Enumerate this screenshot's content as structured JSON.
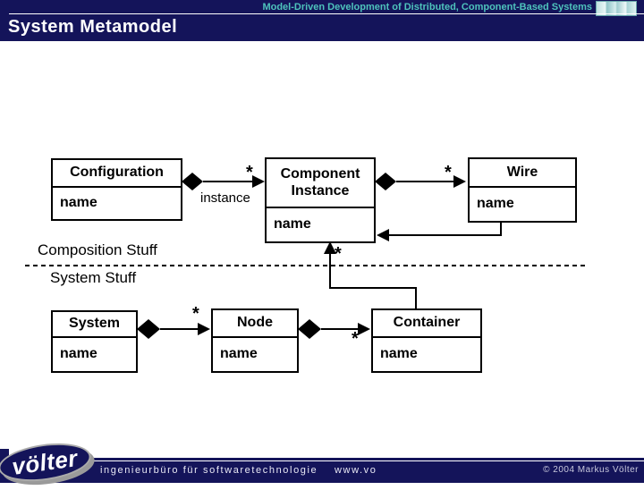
{
  "slide": {
    "header": {
      "course_title": "Model-Driven Development of Distributed, Component-Based Systems",
      "title": "System Metamodel"
    },
    "diagram": {
      "region_labels": {
        "top": "Composition Stuff",
        "bottom": "System Stuff"
      },
      "association_labels": {
        "instance_role": "instance",
        "many": "*"
      },
      "classes": [
        {
          "name": "Configuration",
          "attribute": "name"
        },
        {
          "name": "Component Instance",
          "attribute": "name"
        },
        {
          "name": "Wire",
          "attribute": "name"
        },
        {
          "name": "System",
          "attribute": "name"
        },
        {
          "name": "Node",
          "attribute": "name"
        },
        {
          "name": "Container",
          "attribute": "name"
        }
      ],
      "relations": [
        {
          "from": "Configuration",
          "to": "Component Instance",
          "kind": "composition",
          "multiplicity": "*",
          "role": "instance"
        },
        {
          "from": "Component Instance",
          "to": "Wire",
          "kind": "composition",
          "multiplicity": "*"
        },
        {
          "from": "Wire",
          "to": "Component Instance",
          "kind": "directed-association"
        },
        {
          "from": "Container",
          "to": "Component Instance",
          "kind": "directed-association",
          "multiplicity": "*"
        },
        {
          "from": "System",
          "to": "Node",
          "kind": "composition",
          "multiplicity": "*"
        },
        {
          "from": "Node",
          "to": "Container",
          "kind": "composition",
          "multiplicity": "*"
        }
      ]
    },
    "footer": {
      "logo": "völter",
      "tagline": "ingenieurbüro für softwaretechnologie",
      "url": "www.vo",
      "copyright": "© 2004  Markus Völter"
    },
    "colors": {
      "navy": "#14145a",
      "teal": "#4ec3bc",
      "white": "#ffffff",
      "line": "#000000"
    }
  }
}
